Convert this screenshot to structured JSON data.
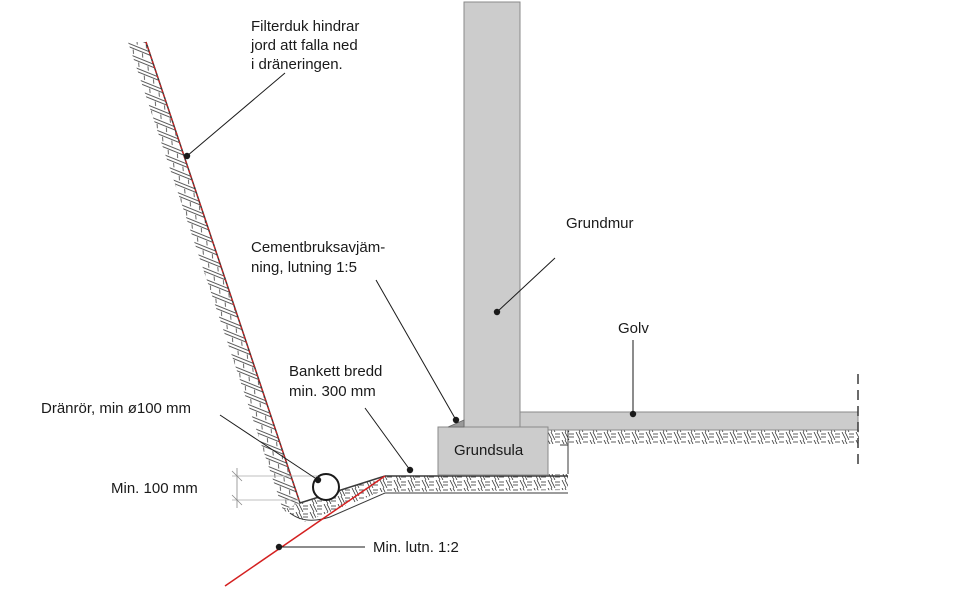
{
  "labels": {
    "filterduk": [
      "Filterduk hindrar",
      "jord att falla ned",
      "i dräneringen."
    ],
    "grundmur": "Grundmur",
    "cement": [
      "Cementbruksavjäm-",
      "ning, lutning 1:5"
    ],
    "golv": "Golv",
    "bankett": [
      "Bankett bredd",
      "min. 300 mm"
    ],
    "dranror": "Dränrör, min ø100 mm",
    "grundsula": "Grundsula",
    "min100": "Min. 100 mm",
    "lutning": "Min. lutn. 1:2"
  },
  "colors": {
    "concrete": "#cccccc",
    "outline": "#3a3a3a",
    "red": "#d42020",
    "text": "#1a1a1a"
  }
}
